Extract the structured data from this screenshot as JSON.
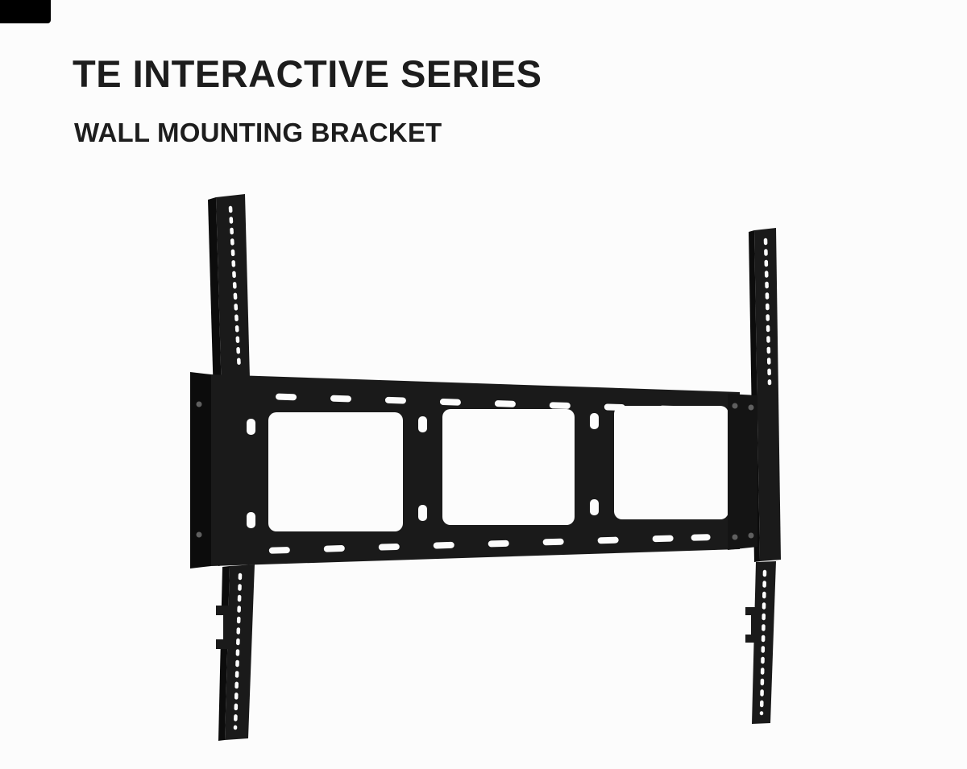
{
  "page": {
    "title": "TE INTERACTIVE SERIES",
    "subtitle": "WALL MOUNTING BRACKET"
  },
  "illustration": {
    "label": "wall-mounting-bracket",
    "colors": {
      "background": "#fcfcfc",
      "bracket": "#1a1a1a",
      "bracket_dark": "#0c0c0c",
      "bracket_mid": "#141414",
      "screw": "#5f5f5f",
      "text": "#1d1d1d"
    }
  }
}
